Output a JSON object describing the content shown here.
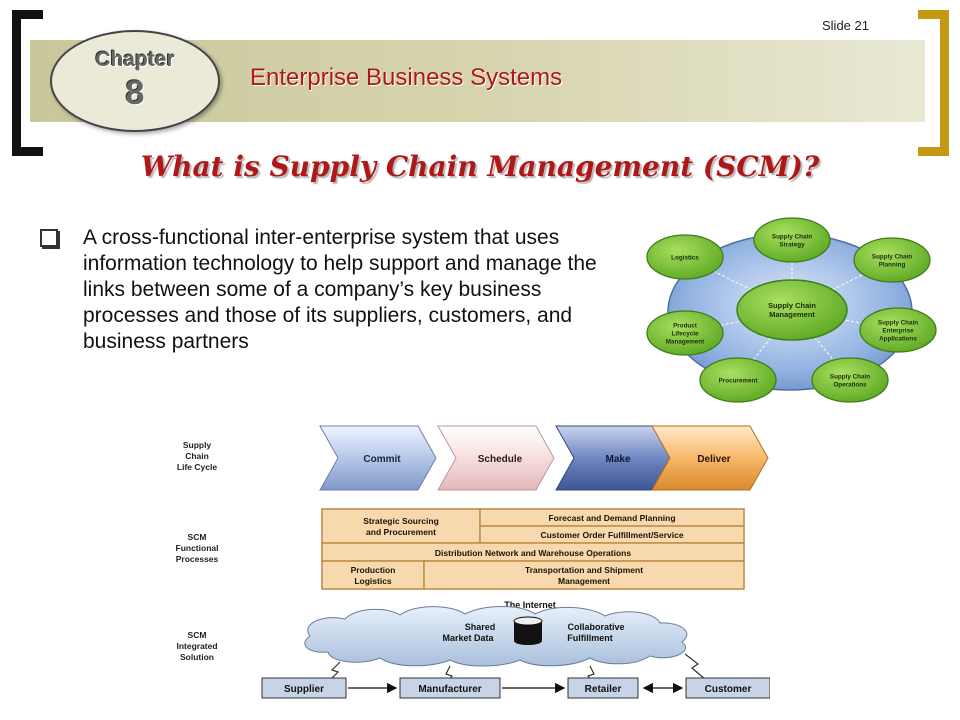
{
  "header": {
    "slide_number": "Slide 21",
    "chapter_word": "Chapter",
    "chapter_number": "8",
    "course_title": "Enterprise Business Systems"
  },
  "title": "What is Supply Chain Management (SCM)?",
  "bullet": "A cross-functional inter-enterprise system that uses information technology to help support and manage the links between some of a company’s key business processes and those of its suppliers, customers, and business partners",
  "scm_wheel": {
    "center": [
      "Supply Chain",
      "Management"
    ],
    "nodes": [
      {
        "lines": [
          "Supply Chain",
          "Strategy"
        ]
      },
      {
        "lines": [
          "Supply Chain",
          "Planning"
        ]
      },
      {
        "lines": [
          "Supply Chain",
          "Enterprise",
          "Applications"
        ]
      },
      {
        "lines": [
          "Supply Chain",
          "Operations"
        ]
      },
      {
        "lines": [
          "Procurement"
        ]
      },
      {
        "lines": [
          "Product",
          "Lifecycle",
          "Management"
        ]
      },
      {
        "lines": [
          "Logistics"
        ]
      }
    ],
    "colors": {
      "ring": "#8fb1e0",
      "node": "#7dc63a",
      "node_border": "#3f7d19"
    }
  },
  "scm_diagram": {
    "row_labels": [
      [
        "Supply",
        "Chain",
        "Life Cycle"
      ],
      [
        "SCM",
        "Functional",
        "Processes"
      ],
      [
        "SCM",
        "Integrated",
        "Solution"
      ]
    ],
    "lifecycle": [
      "Commit",
      "Schedule",
      "Make",
      "Deliver"
    ],
    "processes": {
      "strategic": [
        "Strategic Sourcing",
        "and Procurement"
      ],
      "forecast": "Forecast and Demand Planning",
      "customer_order": "Customer Order Fulfillment/Service",
      "distribution": "Distribution Network and Warehouse Operations",
      "production": [
        "Production",
        "Logistics"
      ],
      "transportation": [
        "Transportation and Shipment",
        "Management"
      ]
    },
    "integrated": {
      "internet": "The Internet",
      "shared": [
        "Shared",
        "Market Data"
      ],
      "collaborative": [
        "Collaborative",
        "Fulfillment"
      ],
      "chain": [
        "Supplier",
        "Manufacturer",
        "Retailer",
        "Customer"
      ]
    }
  }
}
